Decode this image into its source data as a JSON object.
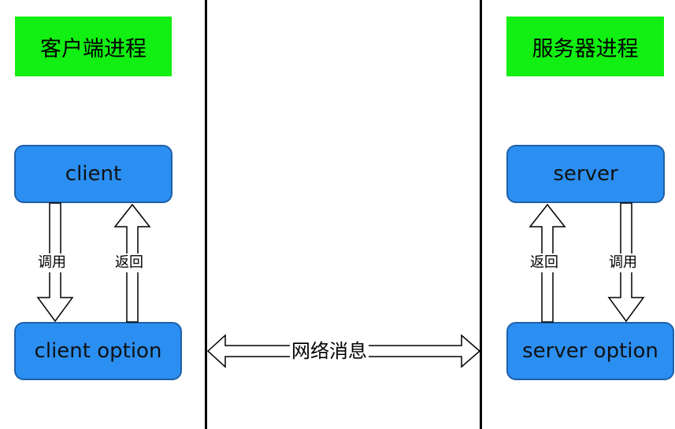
{
  "left": {
    "title": "客户端进程",
    "top_node": "client",
    "bottom_node": "client option",
    "down_arrow_label": "调用",
    "up_arrow_label": "返回"
  },
  "right": {
    "title": "服务器进程",
    "top_node": "server",
    "bottom_node": "server option",
    "up_arrow_label": "返回",
    "down_arrow_label": "调用"
  },
  "center": {
    "network_label": "网络消息"
  },
  "colors": {
    "title_bg": "#12ef12",
    "node_fill": "#2b8ff2",
    "node_border": "#1f5fa8",
    "line": "#000000"
  }
}
